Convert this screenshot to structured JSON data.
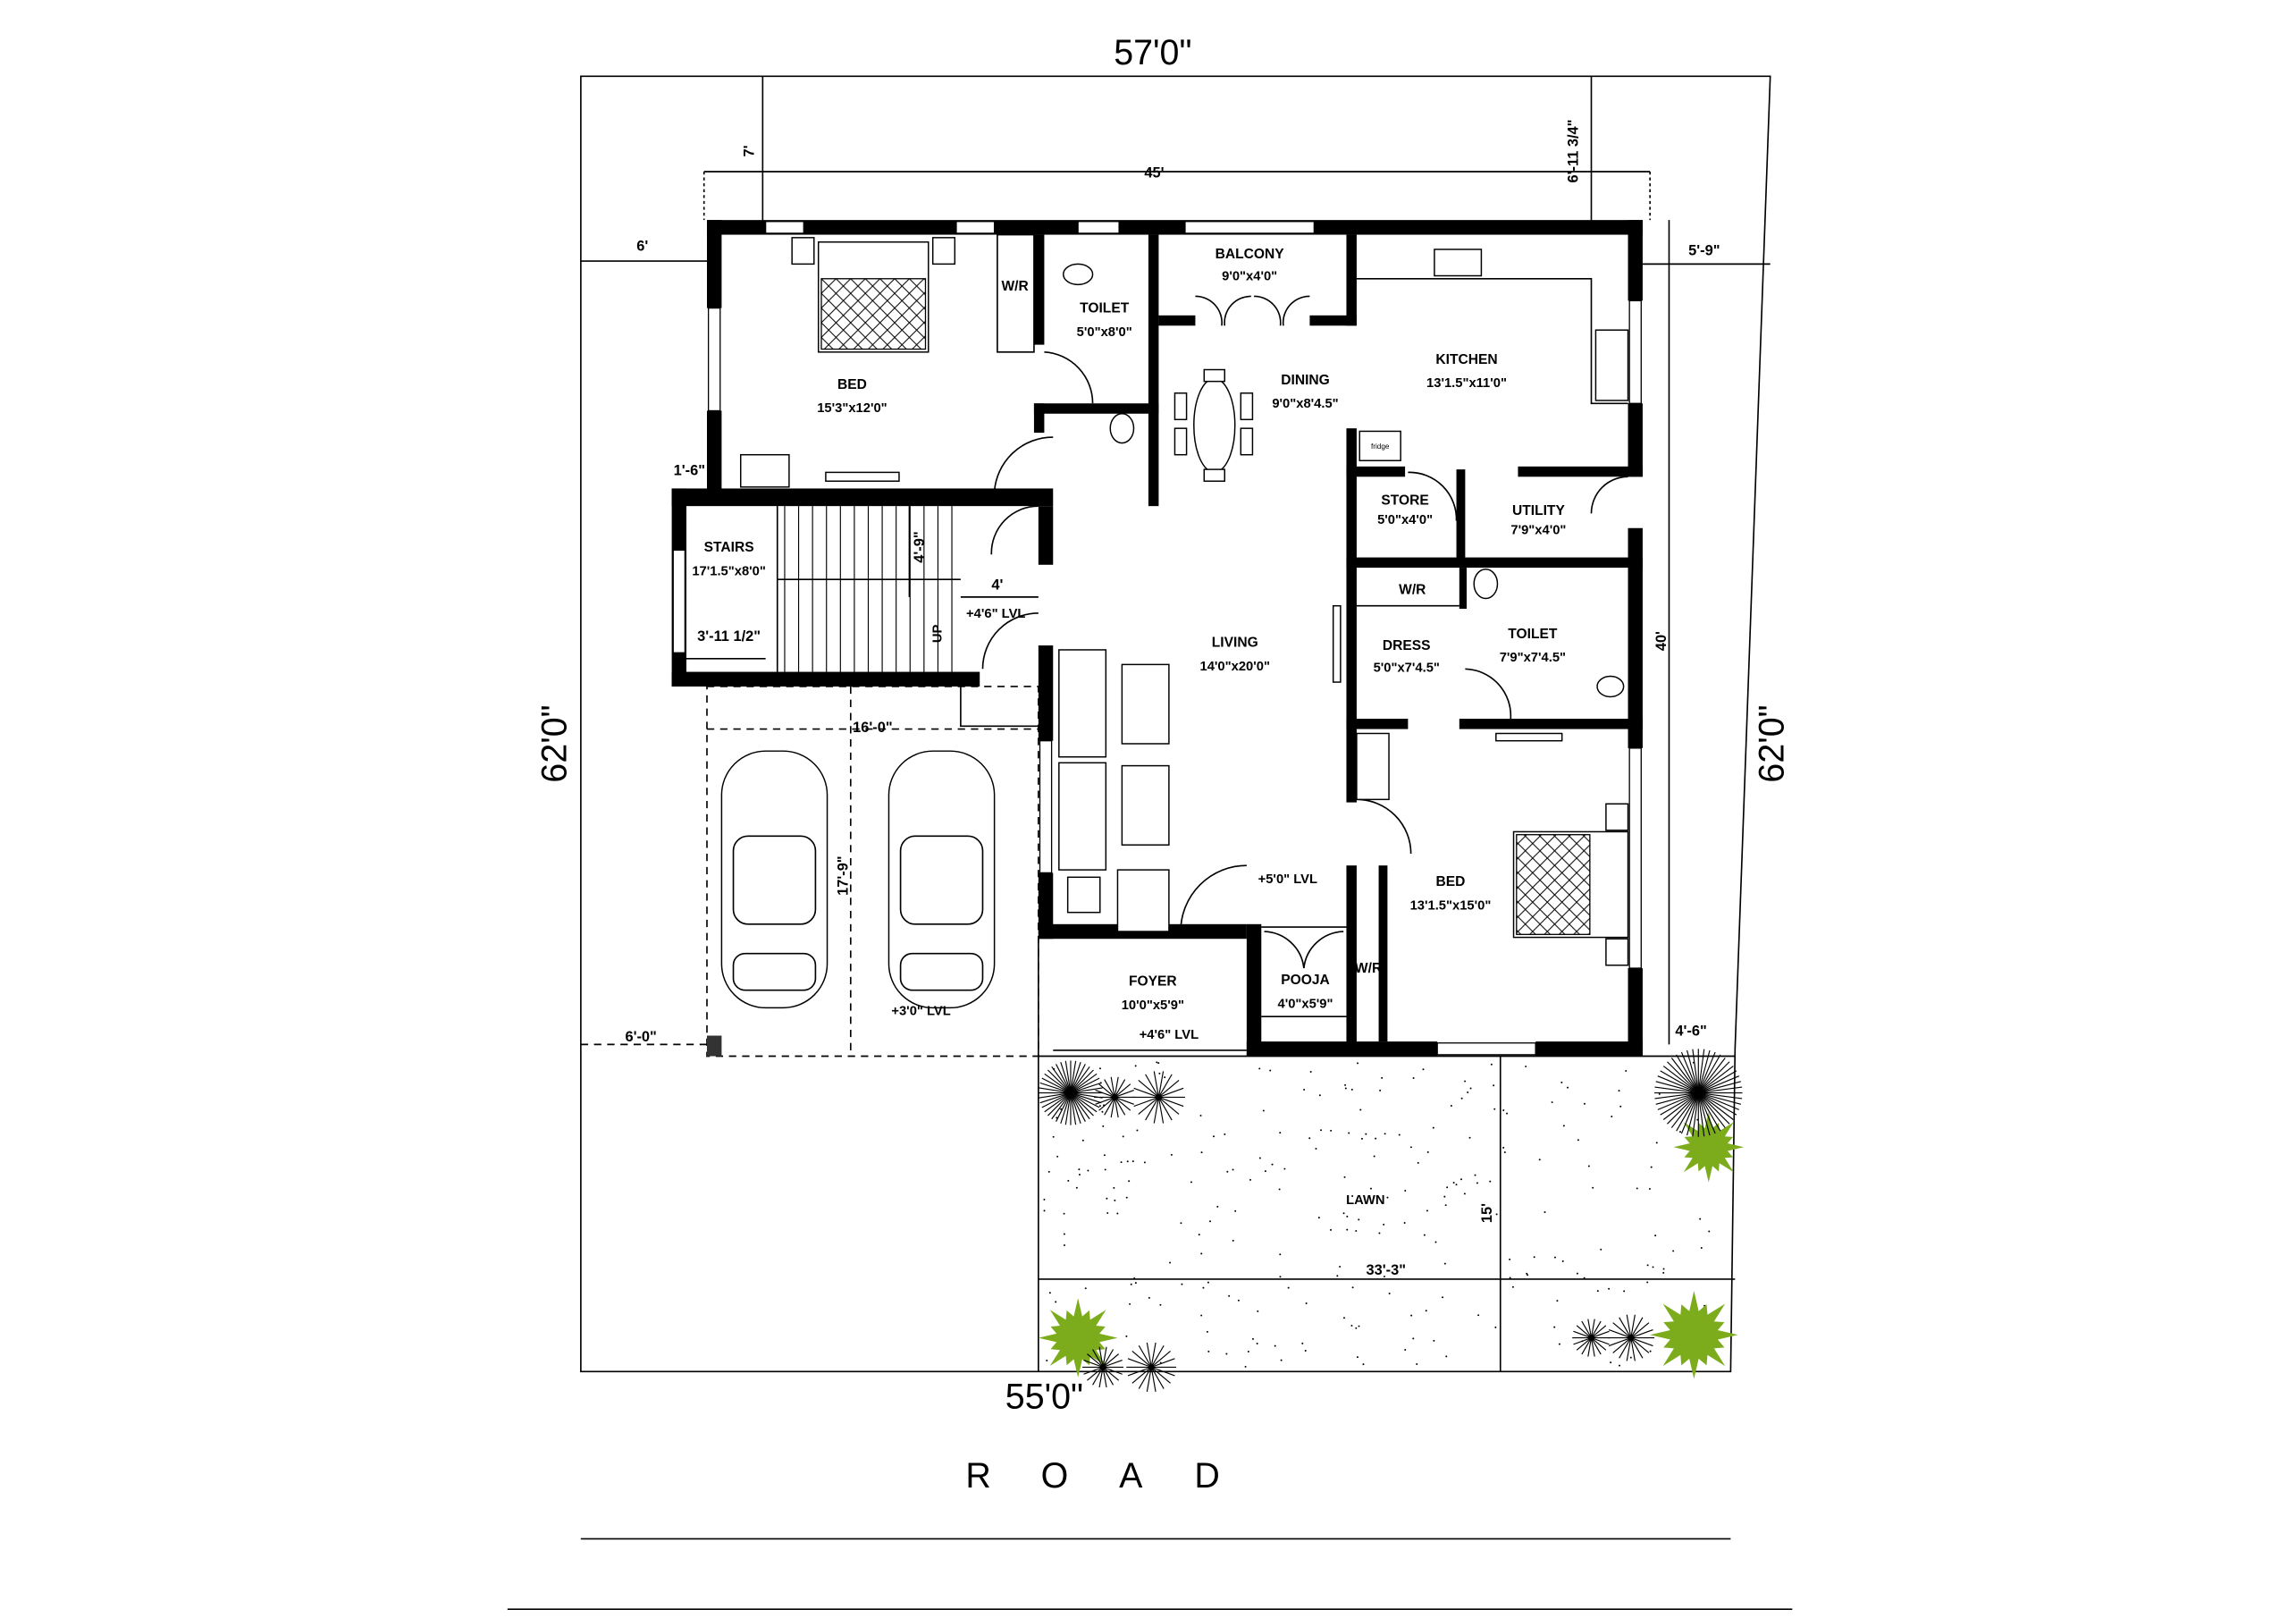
{
  "plot": {
    "top": "57'0\"",
    "bottom": "55'0\"",
    "left": "62'0\"",
    "right": "62'0\""
  },
  "dimensions": {
    "building_width": "45'",
    "front_offset_left": "7'",
    "front_offset_right": "6'-11 3/4\"",
    "left_setback": "6'",
    "right_setback": "5'-9\"",
    "building_depth": "40'",
    "window_offset": "1'-6\"",
    "stair_landing": "4'-9\"",
    "landing_width": "4'",
    "stair_width": "3'-11 1/2\"",
    "parking_width": "16'-0\"",
    "parking_depth": "17'-9\"",
    "parking_side": "6'-0\"",
    "right_rear": "4'-6\"",
    "lawn_depth": "15'",
    "lawn_width": "33'-3\""
  },
  "rooms": {
    "bed1": {
      "name": "BED",
      "size": "15'3\"x12'0\""
    },
    "wr1": {
      "name": "W/R"
    },
    "toilet1": {
      "name": "TOILET",
      "size": "5'0\"x8'0\""
    },
    "balcony": {
      "name": "BALCONY",
      "size": "9'0\"x4'0\""
    },
    "dining": {
      "name": "DINING",
      "size": "9'0\"x8'4.5\""
    },
    "kitchen": {
      "name": "KITCHEN",
      "size": "13'1.5\"x11'0\""
    },
    "store": {
      "name": "STORE",
      "size": "5'0\"x4'0\""
    },
    "utility": {
      "name": "UTILITY",
      "size": "7'9\"x4'0\""
    },
    "stairs": {
      "name": "STAIRS",
      "size": "17'1.5\"x8'0\""
    },
    "wr2": {
      "name": "W/R"
    },
    "dress": {
      "name": "DRESS",
      "size": "5'0\"x7'4.5\""
    },
    "toilet2": {
      "name": "TOILET",
      "size": "7'9\"x7'4.5\""
    },
    "living": {
      "name": "LIVING",
      "size": "14'0\"x20'0\""
    },
    "bed2": {
      "name": "BED",
      "size": "13'1.5\"x15'0\""
    },
    "foyer": {
      "name": "FOYER",
      "size": "10'0\"x5'9\""
    },
    "pooja": {
      "name": "POOJA",
      "size": "4'0\"x5'9\""
    },
    "wr3": {
      "name": "W/R"
    },
    "lawn": {
      "name": "LAWN"
    }
  },
  "fixtures": {
    "fridge": "fridge",
    "stair_up": "UP"
  },
  "levels": {
    "landing": "+4'6\" LVL",
    "living": "+5'0\" LVL",
    "parking": "+3'0\" LVL",
    "foyer": "+4'6\" LVL"
  },
  "road": {
    "letters": [
      "R",
      "O",
      "A",
      "D"
    ]
  },
  "colors": {
    "wall": "#000000",
    "tree": "#7cac1c",
    "background": "#ffffff"
  }
}
